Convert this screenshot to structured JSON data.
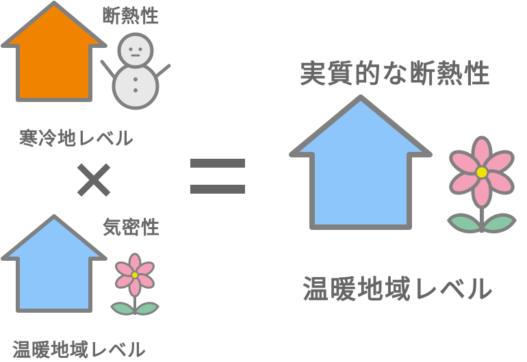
{
  "left_top": {
    "tag": "断熱性",
    "caption": "寒冷地レベル"
  },
  "operator_times": "×",
  "left_bottom": {
    "tag": "気密性",
    "caption": "温暖地域レベル"
  },
  "equals": "=",
  "result": {
    "title": "実質的な断熱性",
    "caption": "温暖地域レベル"
  },
  "colors": {
    "orange_house": "#f08300",
    "blue_house": "#8cc6fb",
    "outline": "#808080",
    "text": "#666666",
    "flower_petal": "#f4a0b8",
    "flower_center": "#f2e200",
    "leaf": "#88c6a4",
    "snowman": "#e8e8e8"
  }
}
